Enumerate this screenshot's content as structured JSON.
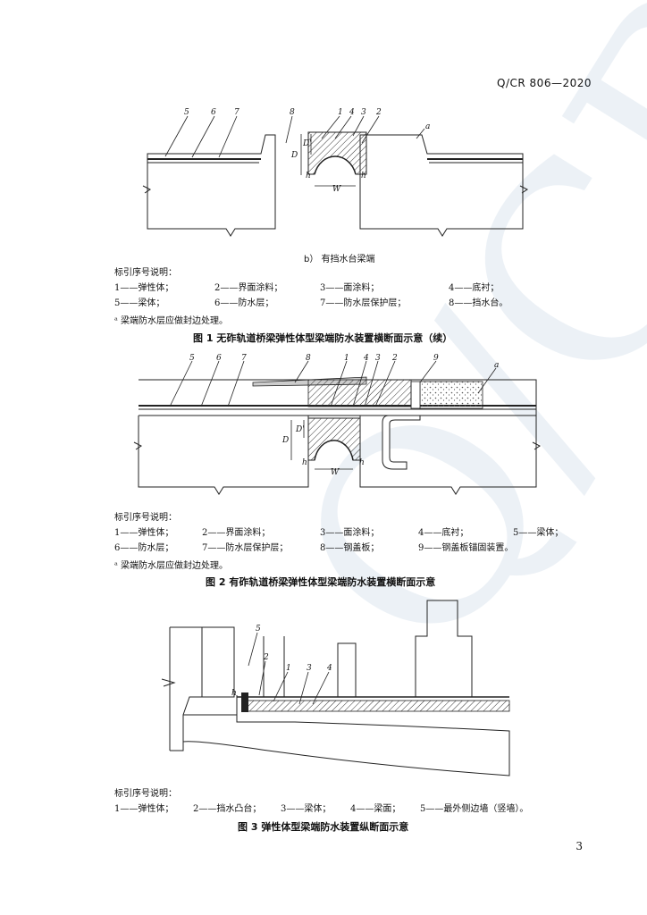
{
  "header": {
    "standard_no": "Q/CR 806—2020"
  },
  "watermark": {
    "text": "Q/CR"
  },
  "figure1b": {
    "sublabel": "b） 有挡水台梁端",
    "callouts": [
      "5",
      "6",
      "7",
      "8",
      "1",
      "4",
      "3",
      "2",
      "a"
    ],
    "dims": {
      "D": "D",
      "Dprime": "D'",
      "h": "h",
      "W": "W"
    },
    "legend_title": "标引序号说明：",
    "legend": [
      [
        "1——弹性体；",
        "2——界面涂料；",
        "3——面涂料；",
        "4——底衬；"
      ],
      [
        "5——梁体；",
        "6——防水层；",
        "7——防水层保护层；",
        "8——挡水台。"
      ]
    ],
    "note": "ᵃ 梁端防水层应做封边处理。",
    "caption": "图 1 无砟轨道桥梁弹性体型梁端防水装置横断面示意（续）"
  },
  "figure2": {
    "callouts": [
      "5",
      "6",
      "7",
      "8",
      "1",
      "4",
      "3",
      "2",
      "9",
      "a"
    ],
    "dims": {
      "D": "D",
      "Dprime": "D'",
      "h": "h",
      "W": "W"
    },
    "legend_title": "标引序号说明：",
    "legend": [
      [
        "1——弹性体；",
        "2——界面涂料；",
        "3——面涂料；",
        "4——底衬；",
        "5——梁体；"
      ],
      [
        "6——防水层；",
        "7——防水层保护层；",
        "8——钢盖板；",
        "9——钢盖板锚固装置。"
      ]
    ],
    "note": "ᵃ 梁端防水层应做封边处理。",
    "caption": "图 2 有砟轨道桥梁弹性体型梁端防水装置横断面示意"
  },
  "figure3": {
    "callouts": [
      "5",
      "2",
      "1",
      "3",
      "4",
      "h"
    ],
    "legend_title": "标引序号说明：",
    "legend": [
      [
        "1——弹性体；",
        "2——挡水凸台；",
        "3——梁体；",
        "4——梁面；",
        "5——最外侧边墙（竖墙）。"
      ]
    ],
    "caption": "图 3 弹性体型梁端防水装置纵断面示意"
  },
  "footer": {
    "page_number": "3"
  }
}
